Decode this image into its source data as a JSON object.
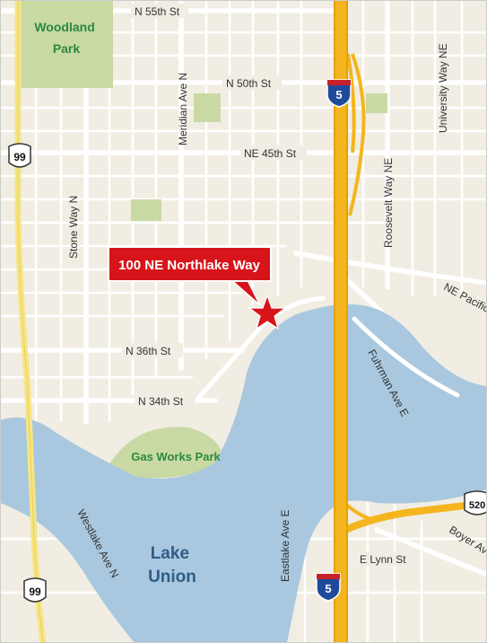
{
  "map": {
    "parks": {
      "woodland": "Woodland\nPark",
      "gasworks": "Gas Works Park"
    },
    "water": {
      "lake_union": "Lake\nUnion"
    },
    "streets": {
      "n55": "N 55th St",
      "n50": "N 50th St",
      "ne45": "NE 45th St",
      "n36": "N 36th St",
      "n34": "N 34th St",
      "meridian": "Meridian Ave N",
      "stone": "Stone Way N",
      "roosevelt": "Roosevelt Way NE",
      "university": "University Way NE",
      "fuhrman": "Fuhrman Ave E",
      "eastlake": "Eastlake Ave E",
      "westlake": "Westlake Ave N",
      "elynn": "E Lynn St",
      "nepacific": "NE Pacific",
      "boyer": "Boyer Av"
    },
    "shields": {
      "i5": "5",
      "sr99": "99",
      "sr520": "520"
    },
    "marker": {
      "address": "100 NE Northlake Way",
      "color": "#d7141a"
    },
    "colors": {
      "land": "#f1ede3",
      "water": "#a9c8df",
      "park": "#c9d9a3",
      "freeway": "#f4b51e",
      "highway": "#f6e585"
    }
  }
}
